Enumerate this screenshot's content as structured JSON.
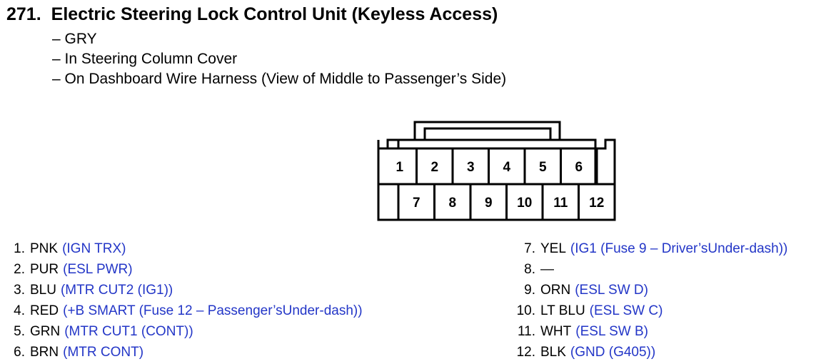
{
  "header": {
    "number": "271.",
    "title": "Electric Steering Lock Control Unit (Keyless Access)",
    "details": [
      "– GRY",
      "– In Steering Column Cover",
      "– On Dashboard Wire Harness (View of Middle to Passenger’s Side)"
    ]
  },
  "connector": {
    "top_row": [
      "1",
      "2",
      "3",
      "4",
      "5",
      "6"
    ],
    "bottom_row": [
      "7",
      "8",
      "9",
      "10",
      "11",
      "12"
    ]
  },
  "pins_left": [
    {
      "num": "1.",
      "color": "PNK",
      "func": "(IGN TRX)"
    },
    {
      "num": "2.",
      "color": "PUR",
      "func": "(ESL PWR)"
    },
    {
      "num": "3.",
      "color": "BLU",
      "func": "(MTR CUT2 (IG1))"
    },
    {
      "num": "4.",
      "color": "RED",
      "func": "(+B SMART (Fuse 12 – Passenger’sUnder-dash))"
    },
    {
      "num": "5.",
      "color": "GRN",
      "func": "(MTR CUT1 (CONT))"
    },
    {
      "num": "6.",
      "color": "BRN",
      "func": "(MTR CONT)"
    }
  ],
  "pins_right": [
    {
      "num": "7.",
      "color": "YEL",
      "func": "(IG1 (Fuse 9 – Driver’sUnder-dash))"
    },
    {
      "num": "8.",
      "color": "—",
      "func": ""
    },
    {
      "num": "9.",
      "color": "ORN",
      "func": "(ESL SW D)"
    },
    {
      "num": "10.",
      "color": "LT BLU",
      "func": "(ESL SW C)"
    },
    {
      "num": "11.",
      "color": "WHT",
      "func": "(ESL SW B)"
    },
    {
      "num": "12.",
      "color": "BLK",
      "func": "(GND (G405))"
    }
  ]
}
